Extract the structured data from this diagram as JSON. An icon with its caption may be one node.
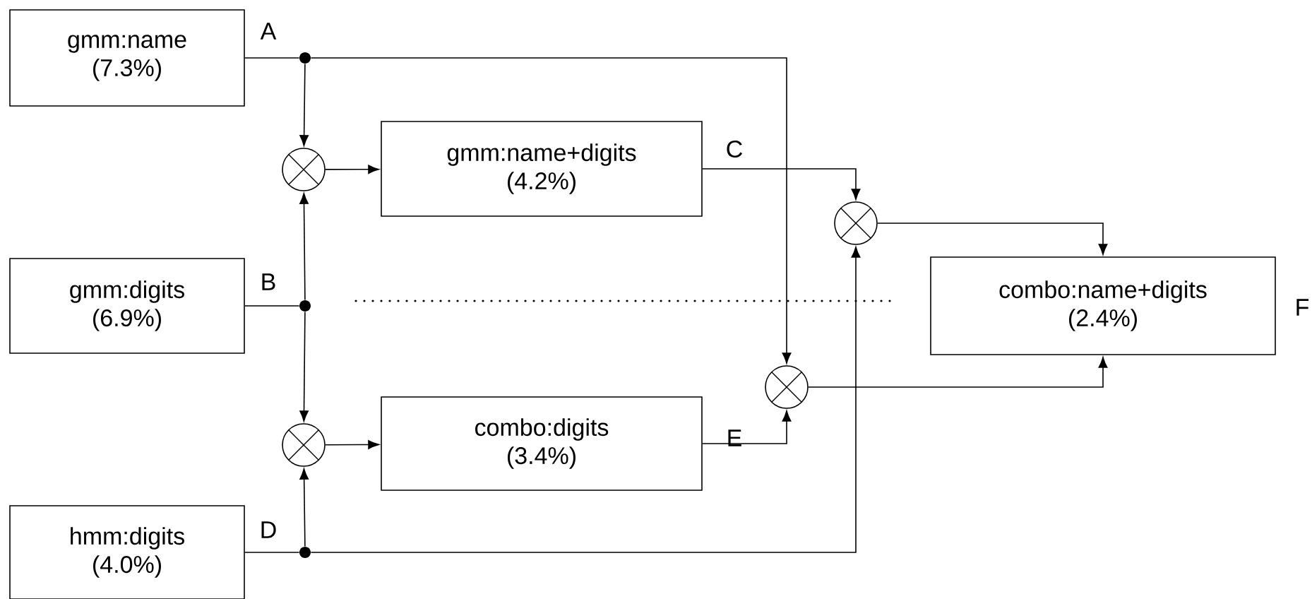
{
  "diagram": {
    "nodes": [
      {
        "text": [
          "gmm:name",
          "(7.3%)"
        ],
        "beside": [
          "A"
        ]
      },
      {
        "text": [],
        "shape": "dot"
      },
      {
        "text": [],
        "shape": "circle"
      },
      {
        "text": [
          "gmm:name+digits",
          "(4.2%)"
        ],
        "beside": [
          "C"
        ]
      },
      {
        "text": [],
        "shape": "circle"
      },
      {
        "text": [
          "gmm:digits",
          "(6.9%)"
        ],
        "beside": [
          "B"
        ]
      },
      {
        "text": [],
        "shape": "dot"
      },
      {
        "text": [
          "combo:name+digits",
          "(2.4%)"
        ],
        "beside": [
          "F"
        ]
      },
      {
        "text": [],
        "shape": "circle"
      },
      {
        "text": [],
        "shape": "circle"
      },
      {
        "text": [
          "combo:digits",
          "(3.4%)"
        ],
        "beside": [
          "E"
        ]
      },
      {
        "text": [
          "hmm:digits",
          "(4.0%)"
        ],
        "beside": [
          "D"
        ]
      },
      {
        "text": [],
        "shape": "dot"
      }
    ],
    "edges": [
      {
        "from": 0,
        "to": 1,
        "arrow": "none"
      },
      {
        "from": 1,
        "to": 2,
        "arrow": "to"
      },
      {
        "from": 1,
        "to": 8,
        "arrow": "to"
      },
      {
        "from": 5,
        "to": 6,
        "arrow": "none"
      },
      {
        "from": 6,
        "to": 2,
        "arrow": "to"
      },
      {
        "from": 6,
        "to": 9,
        "arrow": "to"
      },
      {
        "from": 11,
        "to": 12,
        "arrow": "none"
      },
      {
        "from": 12,
        "to": 9,
        "arrow": "to"
      },
      {
        "from": 12,
        "to": 4,
        "arrow": "to"
      },
      {
        "from": 2,
        "to": 3,
        "arrow": "to"
      },
      {
        "from": 3,
        "to": 4,
        "arrow": "to"
      },
      {
        "from": 9,
        "to": 10,
        "arrow": "to"
      },
      {
        "from": 10,
        "to": 8,
        "arrow": "to"
      },
      {
        "from": 4,
        "to": 7,
        "arrow": "to"
      },
      {
        "from": 8,
        "to": 7,
        "arrow": "to"
      }
    ]
  }
}
